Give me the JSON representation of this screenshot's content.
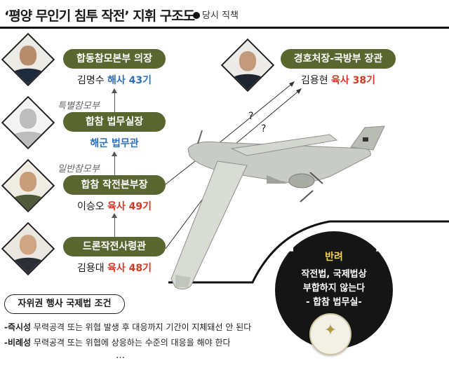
{
  "header": {
    "title": "‘평양 무인기 침투 작전’ 지휘 구조도",
    "subtitle": "당시 직책"
  },
  "chain": [
    {
      "role": "합동참모본부 의장",
      "name": "김명수",
      "class": "해사 43기",
      "class_color": "#2d6fb8"
    },
    {
      "role": "합참 법무실장",
      "unit": "해군 법무관"
    },
    {
      "role": "합참 작전본부장",
      "name": "이승오",
      "class": "육사 49기",
      "class_color": "#d23a24"
    },
    {
      "role": "드론작전사령관",
      "name": "김용대",
      "class": "육사 48기",
      "class_color": "#d23a24"
    }
  ],
  "side_labels": {
    "special": "특별참모부",
    "general": "일반참모부"
  },
  "minister": {
    "role": "경호처장-국방부 장관",
    "name": "김용현",
    "class": "육사 38기",
    "class_color": "#d23a24"
  },
  "question_marks": [
    "?",
    "?"
  ],
  "self_defense": {
    "heading": "자위권 행사 국제법 조건",
    "items": [
      {
        "term": "-즉시성",
        "desc": " 무력공격 또는 위협 발생 후 대응까지 기간이 지체돼선 안 된다"
      },
      {
        "term": "-비례성",
        "desc": " 무력공격 또는 위협에 상응하는 수준의 대응을 해야 한다"
      }
    ],
    "ellipsis": "…"
  },
  "rebuttal": {
    "title": "반려",
    "lines": [
      "작전법, 국제법상",
      "부합하지 않는다",
      "- 합참 법무실-"
    ]
  },
  "colors": {
    "pill": "#5a6630",
    "blue": "#2d6fb8",
    "red": "#d23a24",
    "rebuttal_title": "#f2d34a"
  }
}
